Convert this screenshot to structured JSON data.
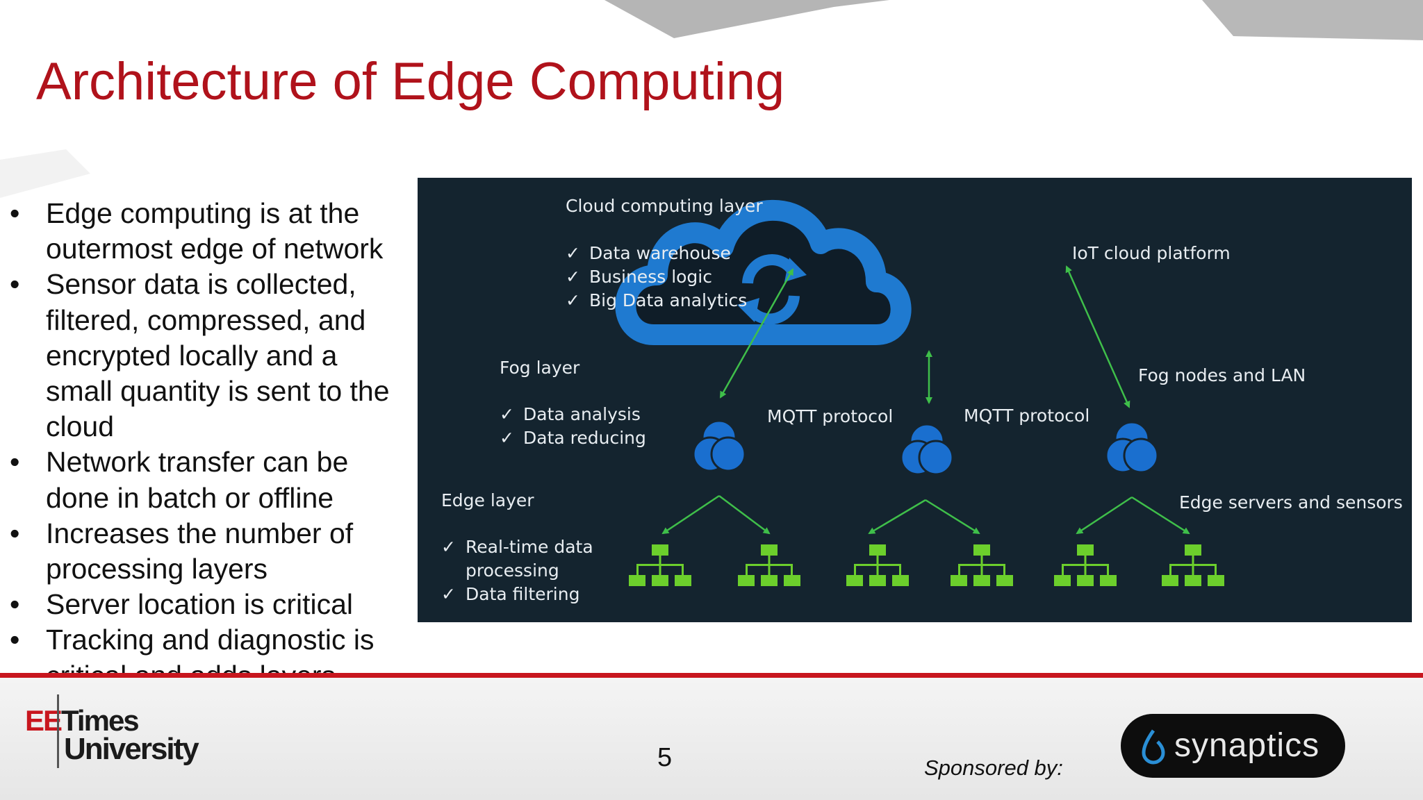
{
  "slide": {
    "title": "Architecture of Edge Computing",
    "bullets": [
      {
        "bullet": "•",
        "lines": [
          "Edge computing is at the",
          "outermost edge of network"
        ]
      },
      {
        "bullet": "•",
        "lines": [
          "Sensor data is collected,",
          "filtered, compressed, and",
          "encrypted locally and a",
          "small quantity is sent to the",
          "cloud"
        ]
      },
      {
        "bullet": "•",
        "lines": [
          "Network transfer can be",
          "done in batch or offline"
        ]
      },
      {
        "bullet": "•",
        "lines": [
          "Increases the number of",
          "processing layers"
        ]
      },
      {
        "bullet": "•",
        "lines": [
          "Server location is critical"
        ]
      },
      {
        "bullet": "•",
        "lines": [
          "Tracking and diagnostic is",
          "critical and adds layers"
        ]
      }
    ],
    "page_number": "5",
    "sponsored_by": "Sponsored by:"
  },
  "diagram": {
    "cloud_layer": {
      "title": "Cloud computing layer",
      "items": [
        "Data warehouse",
        "Business logic",
        "Big Data analytics"
      ]
    },
    "fog_layer": {
      "title": "Fog layer",
      "items": [
        "Data analysis",
        "Data reducing"
      ]
    },
    "edge_layer": {
      "title": "Edge layer",
      "items": [
        "Real-time data",
        "processing",
        "Data filtering"
      ]
    },
    "check": "✓",
    "labels": {
      "iot_cloud": "IoT cloud platform",
      "fog_nodes": "Fog nodes and LAN",
      "mqtt_left": "MQTT protocol",
      "mqtt_right": "MQTT protocol",
      "edge_servers": "Edge servers and sensors"
    },
    "colors": {
      "background": "#14242f",
      "cloud": "#1f7ad0",
      "fog_node": "#1a6fcf",
      "edge_node": "#6ccf2c",
      "arrow": "#3fbf4a"
    }
  },
  "footer": {
    "logo_ee": "EE",
    "logo_times": "Times",
    "logo_university": "University",
    "sponsor_logo": "synaptics",
    "sponsor_mark": "·"
  },
  "theme": {
    "accent": "#b0121b",
    "rule": "#c8161e"
  }
}
